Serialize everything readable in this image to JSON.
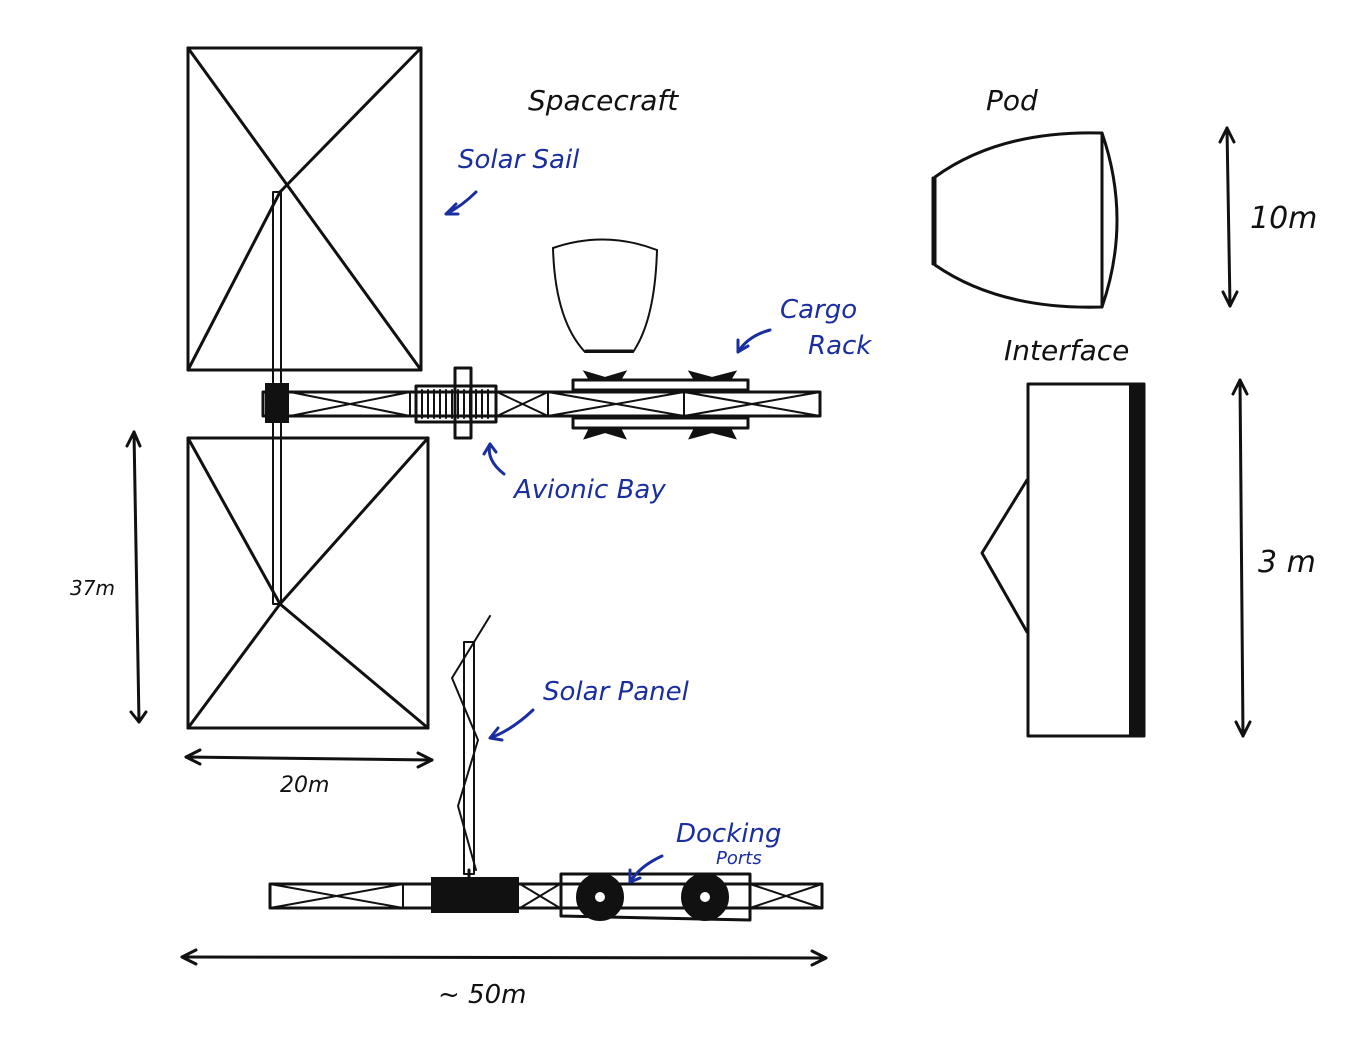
{
  "titles": {
    "spacecraft": "Spacecraft",
    "pod": "Pod",
    "interface": "Interface"
  },
  "callouts": {
    "solar_sail": "Solar Sail",
    "cargo_rack_line1": "Cargo",
    "cargo_rack_line2": "Rack",
    "avionic_bay": "Avionic Bay",
    "solar_panel": "Solar Panel",
    "docking_ports_line1": "Docking",
    "docking_ports_line2": "Ports"
  },
  "dimensions": {
    "sail_height": "37m",
    "sail_width": "20m",
    "spacecraft_length": "~ 50m",
    "pod_height": "10m",
    "interface_height": "3 m"
  },
  "colors": {
    "ink": "#111111",
    "annotation": "#1a2ea0"
  }
}
